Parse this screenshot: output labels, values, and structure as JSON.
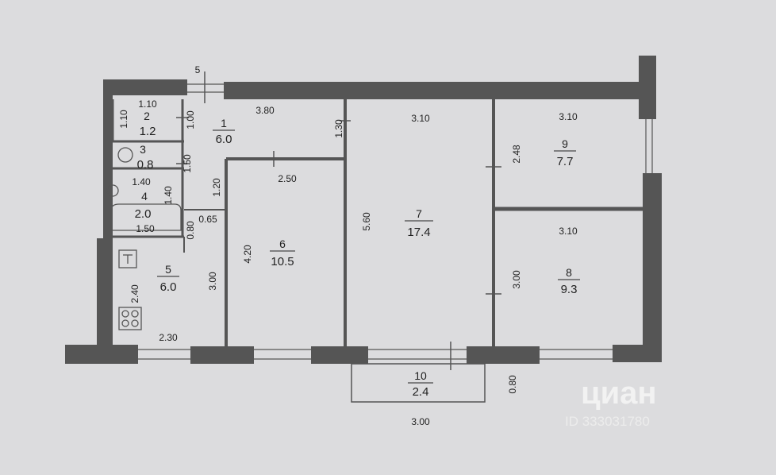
{
  "rooms": [
    {
      "num": "1",
      "area": "6.0"
    },
    {
      "num": "2",
      "area": "1.2"
    },
    {
      "num": "3",
      "area": "0.8"
    },
    {
      "num": "4",
      "area": "2.0"
    },
    {
      "num": "5",
      "area": "6.0"
    },
    {
      "num": "6",
      "area": "10.5"
    },
    {
      "num": "7",
      "area": "17.4"
    },
    {
      "num": "8",
      "area": "9.3"
    },
    {
      "num": "9",
      "area": "7.7"
    },
    {
      "num": "10",
      "area": "2.4"
    }
  ],
  "dims": {
    "top_5": "5",
    "r1_width": "3.80",
    "r7_width": "3.10",
    "r9_width": "3.10",
    "r8_width": "3.10",
    "r2_width": "1.10",
    "r2_height": "1.10",
    "r2_side": "1.00",
    "r1_side": "1.30",
    "r3_side": "1.50",
    "corr_120": "1.20",
    "r6_width": "2.50",
    "r4_width": "1.40",
    "r4_side": "1.40",
    "r4_bottom": "1.50",
    "small_065": "0.65",
    "small_080": "0.80",
    "r9_side": "2.48",
    "r7_side": "5.60",
    "r6_side": "4.20",
    "r5_side_right": "3.00",
    "r8_side": "3.00",
    "r5_side_left": "2.40",
    "r5_bottom": "2.30",
    "balcony_side": "0.80",
    "balcony_width": "3.00"
  },
  "watermark": {
    "brand": "циан",
    "id": "ID 333031780"
  }
}
